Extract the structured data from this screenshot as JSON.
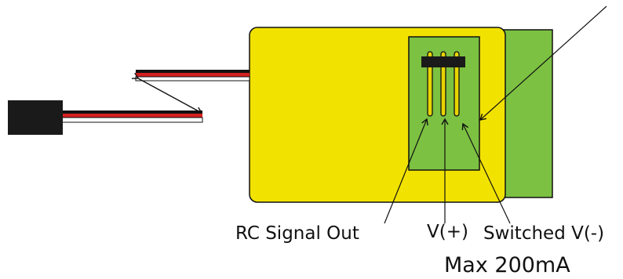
{
  "labels": {
    "rc_signal_out": "RC Signal Out",
    "v_plus": "V(+)",
    "switched_v_minus": "Switched V(-)",
    "max_current": "Max 200mA"
  },
  "colors": {
    "board": "#f2e200",
    "pcb": "#7cc142",
    "heatsink": "#7cc142",
    "connector": "#1a1a1a",
    "pin": "#e8d400",
    "wire_red": "#d42020",
    "wire_black": "#111111",
    "outline": "#111111"
  }
}
